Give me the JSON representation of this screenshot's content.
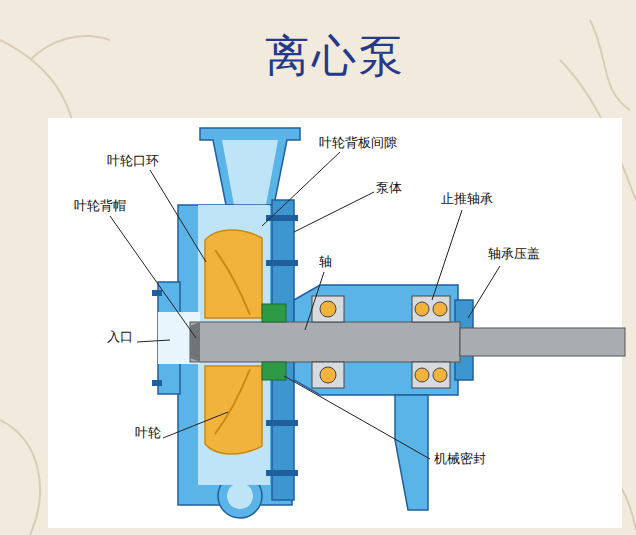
{
  "diagram": {
    "title": "离心泵",
    "labels": [
      "叶轮口环",
      "叶轮背帽",
      "叶轮背板间隙",
      "泵体",
      "止推轴承",
      "轴承压盖",
      "轴",
      "入口",
      "叶轮",
      "机械密封"
    ]
  }
}
